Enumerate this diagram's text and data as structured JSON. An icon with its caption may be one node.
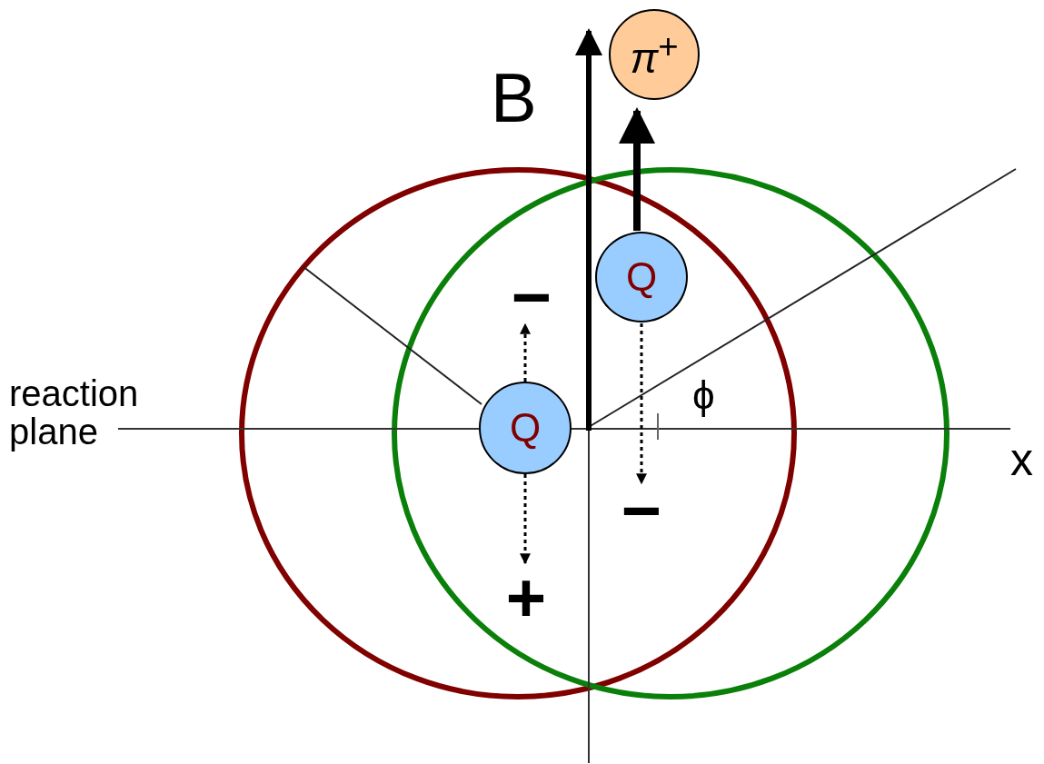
{
  "diagram": {
    "nodes": [
      {
        "text": [
          "*π*$^{+}$"
        ]
      },
      {
        "text": [
          "Q"
        ]
      },
      {
        "text": [
          "Q"
        ]
      },
      {
        "text": [
          "−"
        ]
      },
      {
        "text": [
          "+"
        ]
      },
      {
        "text": [
          "−"
        ]
      }
    ],
    "edges": [
      {
        "from": 1,
        "to": 0,
        "arrow": "to",
        "style": "thick"
      },
      {
        "from": 2,
        "to": 3,
        "arrow": "to",
        "style": "dashed"
      },
      {
        "from": 2,
        "to": 4,
        "arrow": "to",
        "style": "dashed"
      },
      {
        "from": 1,
        "to": 5,
        "arrow": "to",
        "style": "dashed"
      }
    ],
    "labels": [
      "B",
      "reaction plane",
      "ϕ",
      "x"
    ]
  }
}
